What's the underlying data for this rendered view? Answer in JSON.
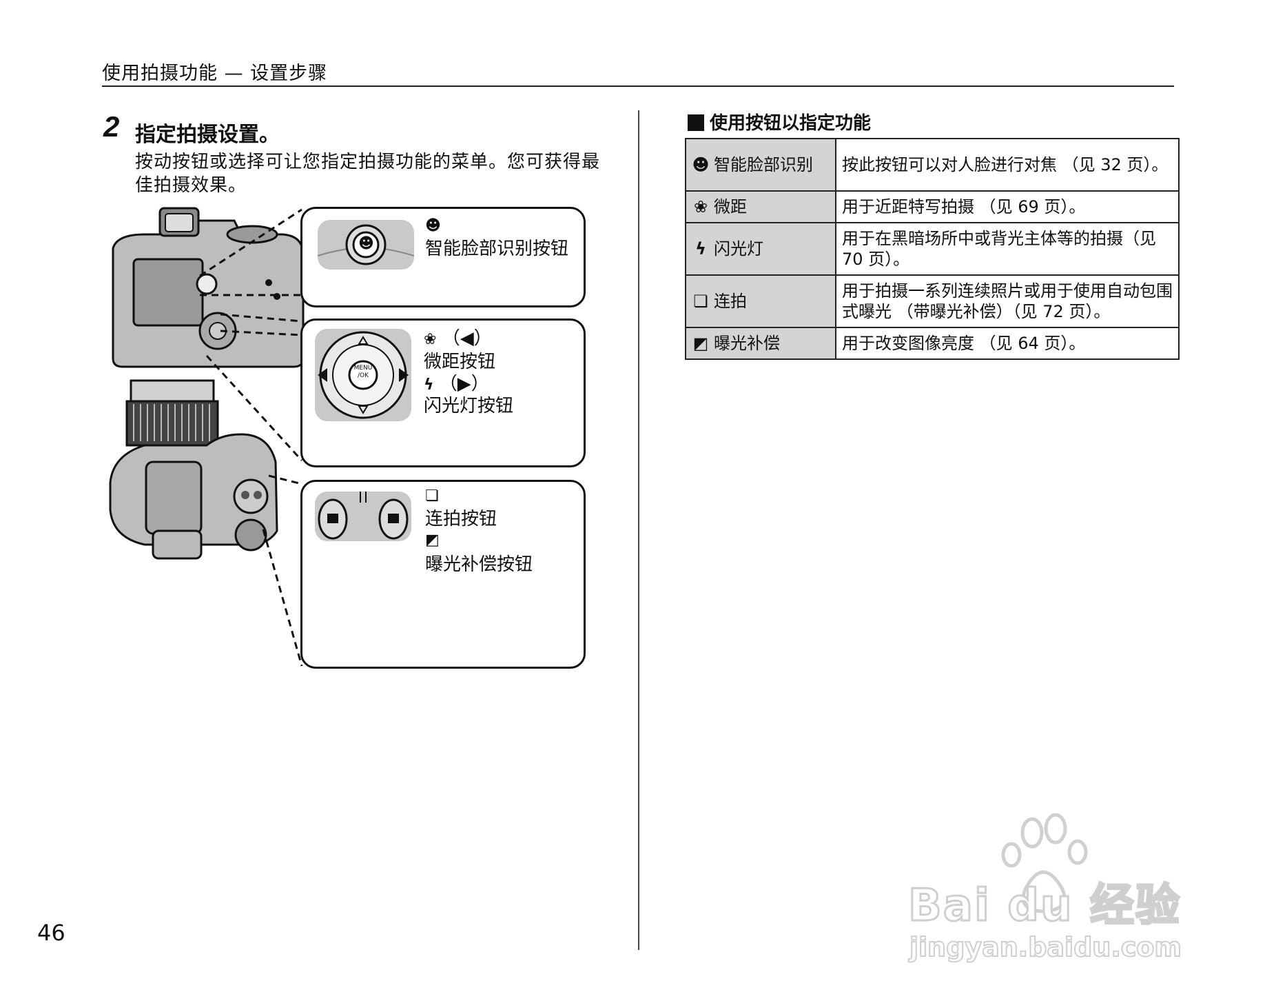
{
  "header": {
    "title": "使用拍摄功能 — 设置步骤"
  },
  "page_number": "46",
  "step": {
    "number": "2",
    "title": "指定拍摄设置。",
    "description": "按动按钮或选择可让您指定拍摄功能的菜单。您可获得最佳拍摄效果。"
  },
  "callouts": [
    {
      "icon": "face-detection-icon",
      "icon_glyph": "☻",
      "label": "智能脸部识别按钮"
    },
    {
      "macro_glyph": "❀",
      "macro_arrow": "（◀）",
      "macro_label": "微距按钮",
      "flash_glyph": "ϟ",
      "flash_arrow": "（▶）",
      "flash_label": "闪光灯按钮",
      "dpad_center": "MENU\n/OK"
    },
    {
      "burst_glyph": "❏",
      "burst_label": "连拍按钮",
      "exposure_glyph": "◩",
      "exposure_label": "曝光补偿按钮"
    }
  ],
  "section": {
    "title": "使用按钮以指定功能"
  },
  "table": {
    "rows": [
      {
        "icon": "face-detection-icon",
        "icon_glyph": "☻",
        "name": "智能脸部识别",
        "desc": "按此按钮可以对人脸进行对焦 （见 32 页）。"
      },
      {
        "icon": "macro-icon",
        "icon_glyph": "❀",
        "name": "微距",
        "desc": "用于近距特写拍摄 （见 69 页）。"
      },
      {
        "icon": "flash-icon",
        "icon_glyph": "ϟ",
        "name": "闪光灯",
        "desc": "用于在黑暗场所中或背光主体等的拍摄（见 70 页）。"
      },
      {
        "icon": "burst-icon",
        "icon_glyph": "❏",
        "name": "连拍",
        "desc": "用于拍摄一系列连续照片或用于使用自动包围式曝光 （带曝光补偿）（见 72 页）。"
      },
      {
        "icon": "exposure-comp-icon",
        "icon_glyph": "◩",
        "name": "曝光补偿",
        "desc": "用于改变图像亮度 （见 64 页）。"
      }
    ]
  },
  "watermark": {
    "brand": "Bai du 经验",
    "url": "jingyan.baidu.com"
  },
  "colors": {
    "table_shade": "#d4d4d4",
    "ink": "#111111",
    "watermark": "#d8d8d8"
  }
}
